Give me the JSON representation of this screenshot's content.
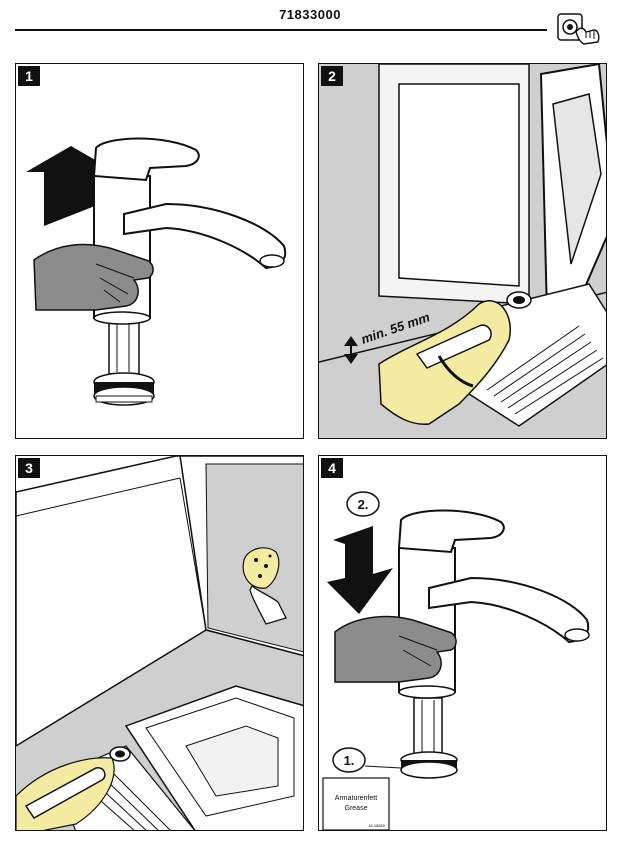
{
  "header": {
    "model_number": "71833000",
    "icon": "hand-touch-icon"
  },
  "steps": [
    {
      "number": "1"
    },
    {
      "number": "2",
      "clearance_label": "min. 55 mm"
    },
    {
      "number": "3"
    },
    {
      "number": "4",
      "step_labels": [
        "2.",
        "1."
      ],
      "grease_label_line1": "Armaturenfett",
      "grease_label_line2": "Grease",
      "grease_code": "16.18650"
    }
  ],
  "colors": {
    "ink": "#111111",
    "gray": "#cfcfcf",
    "yellow": "#f3eb9f",
    "hand": "#8c8c8c",
    "white": "#ffffff"
  }
}
